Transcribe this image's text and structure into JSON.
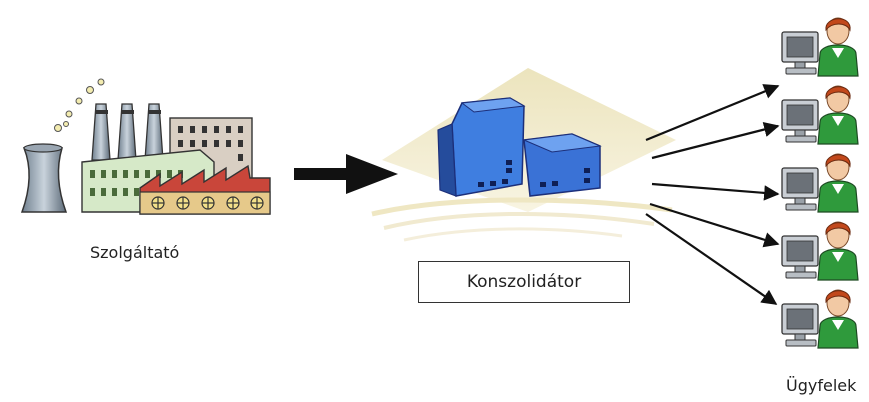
{
  "provider": {
    "label": "Szolgáltató",
    "icon": "factory-icon"
  },
  "consolidator": {
    "label": "Konszolidátor",
    "icon": "office-building-icon"
  },
  "clients": {
    "label": "Ügyfelek",
    "icon": "user-computer-icon",
    "count": 5
  },
  "colors": {
    "diamond": "#efe9c8",
    "building": "#3a72d6",
    "building_dark": "#1f3f9a",
    "arrow": "#111111",
    "shirt": "#2f9a3c",
    "hair": "#c2481b",
    "monitor": "#8a8f96"
  }
}
